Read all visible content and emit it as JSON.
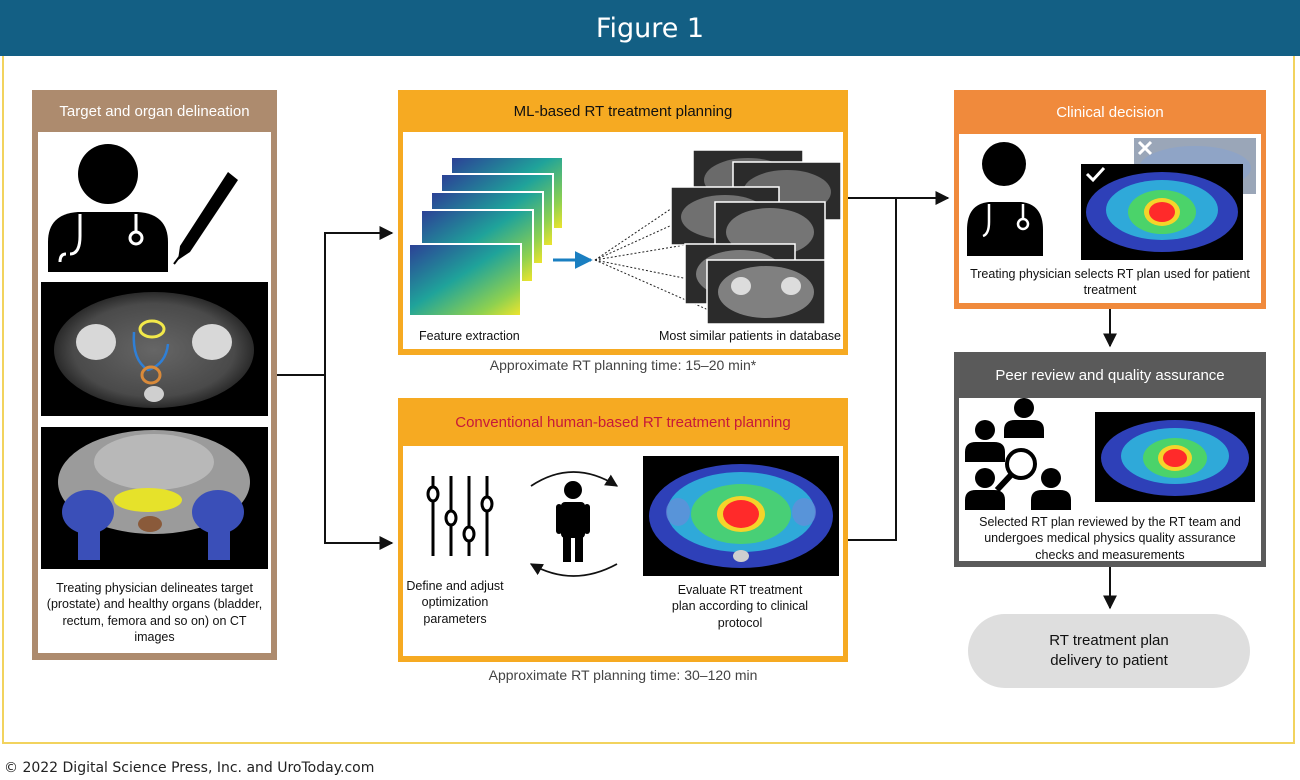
{
  "header": {
    "title": "Figure 1"
  },
  "panels": {
    "target": {
      "title": "Target and organ delineation",
      "caption": "Treating physician delineates target (prostate) and healthy organs (bladder, rectum, femora and so on) on CT images"
    },
    "ml": {
      "title": "ML-based RT treatment planning",
      "feature_label": "Feature extraction",
      "similar_label": "Most similar patients in database",
      "time": "Approximate RT planning time: 15–20 min*"
    },
    "conventional": {
      "title": "Conventional human-based RT treatment planning",
      "define_label": "Define and adjust optimization parameters",
      "evaluate_label": "Evaluate RT treatment plan according to clinical protocol",
      "time": "Approximate RT planning time: 30–120 min"
    },
    "clinical": {
      "title": "Clinical decision",
      "caption": "Treating physician selects RT plan used for patient treatment"
    },
    "peer": {
      "title": "Peer review and quality assurance",
      "caption": "Selected RT plan reviewed by the RT team and undergoes medical physics quality assurance checks and measurements"
    },
    "delivery": {
      "label": "RT treatment plan\ndelivery to patient"
    }
  },
  "colors": {
    "header": "#135f84",
    "frame": "#f2d35e",
    "target": "#ad8b6e",
    "ml": "#f6aa22",
    "clinical": "#f08a3c",
    "peer": "#5a5a5a",
    "conv_title": "#c6193a"
  },
  "footer": {
    "copyright": "© 2022 Digital Science Press, Inc. and UroToday.com"
  }
}
